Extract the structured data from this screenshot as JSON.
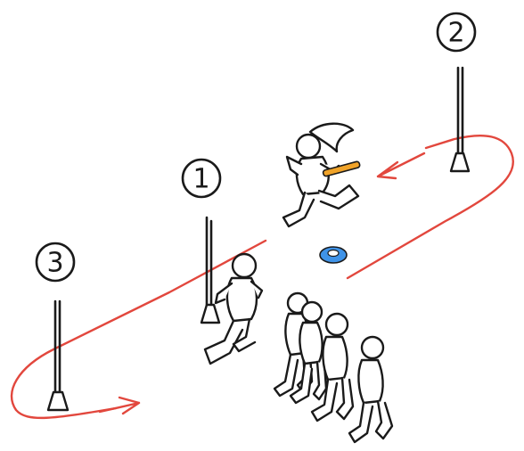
{
  "colors": {
    "track": "#e2473d",
    "baton": "#f0a329",
    "cone": "#3f93e8",
    "ink": "#1a1a1a"
  },
  "stations": [
    {
      "label": "1"
    },
    {
      "label": "2"
    },
    {
      "label": "3"
    }
  ],
  "icons": [
    "pole-marker",
    "track-arrow",
    "relay-baton",
    "cone-marker",
    "runner-figure"
  ]
}
